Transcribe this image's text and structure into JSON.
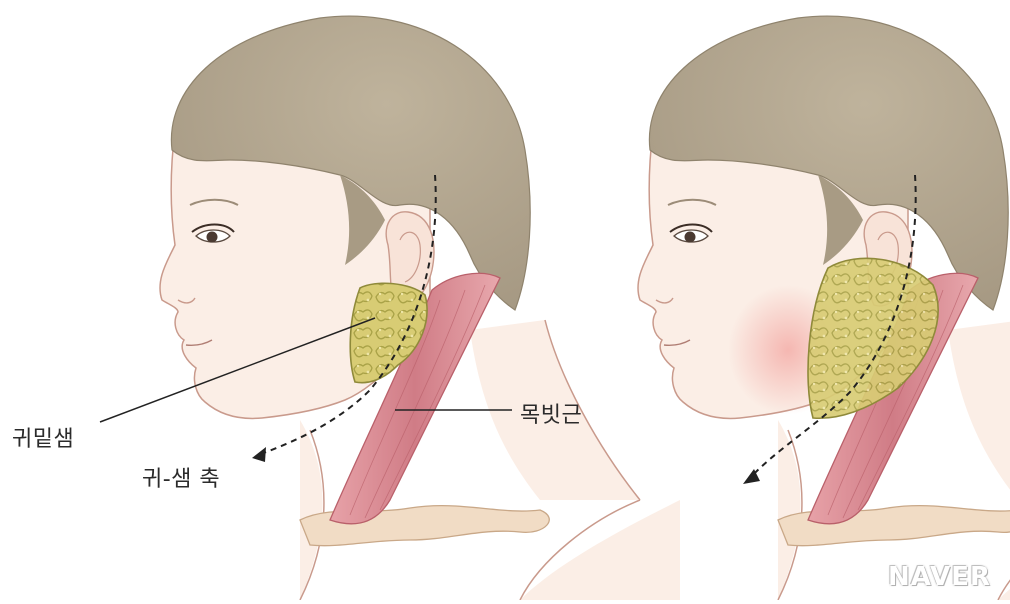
{
  "labels": {
    "parotid_gland": "귀밑샘",
    "ear_gland_axis": "귀-샘 축",
    "sternocleidomastoid": "목빗근"
  },
  "watermark": "NAVER",
  "colors": {
    "hair": "#b3a690",
    "skin": "#fbeee6",
    "skin_outline": "#c99a8c",
    "gland_fill": "#d6c96e",
    "gland_outline": "#8f8a3a",
    "muscle": "#d98a92",
    "muscle_dark": "#c0606a",
    "cheek_blush": "#f6b9b4",
    "clavicle": "#f1dcc5",
    "label_text": "#2b2b2b"
  },
  "panels": [
    {
      "name": "normal",
      "gland": "normal"
    },
    {
      "name": "swollen",
      "gland": "enlarged"
    }
  ]
}
